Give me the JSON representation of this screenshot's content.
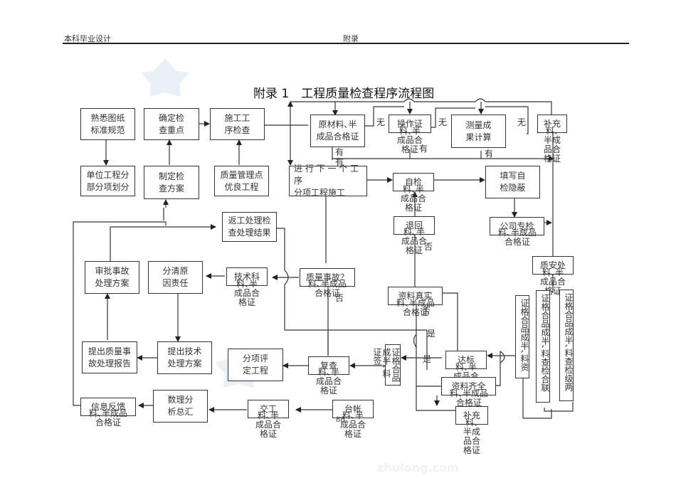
{
  "header": {
    "left": "本科毕业设计",
    "center": "附录"
  },
  "title": "附录 1　工程质量检查程序流程图",
  "watermark": {
    "text": "zhulong.com",
    "color": "#eef2f8"
  },
  "boxes": {
    "b1": "熟悉图纸\n标准规范",
    "b2": "确定检\n查重点",
    "b3": "施工工\n序检查",
    "b4": "单位工程分\n部分项划分",
    "b5": "制定检\n查方案",
    "b6": "质量管理点\n优良工程",
    "b7": "原材料､半\n成品合格证",
    "b8": "操作证",
    "b9": "测量成\n果计算",
    "b10": "补充",
    "b11": "进 行 下 一 个 工 序\n分项工程施工",
    "b12": "自检",
    "b13": "填写自\n检隐蔽",
    "b14": "退回",
    "b15": "公司专检",
    "b16": "返工处理检\n查处理结果",
    "b17": "审批事故\n处理方案",
    "b18": "分清原\n因责任",
    "b19": "技术科",
    "b20": "质量事故？",
    "b21": "资料真实",
    "b22": "质安处",
    "b23": "提出质量事\n故处理报告",
    "b24": "提出技术\n处理方案",
    "b25": "分项评\n定工程",
    "b26": "复查",
    "b27": "达标",
    "b28": "资料齐全",
    "b29": "补充",
    "b30": "信息反馈",
    "b31": "数理分\n析总汇",
    "b32": "交工",
    "b33": "台帐"
  },
  "overlays": {
    "o8": "料､半\n成品合\n格证",
    "o10": "料､\n半成\n品合\n格证",
    "o12": "料､半\n成品合\n格证",
    "o14": "料､半\n成品合\n格证",
    "o15": "料､半成品\n合格证",
    "o19": "料､半\n成品合\n格证",
    "o20": "料､半成品\n合格证",
    "o21": "料､半成品\n合格证",
    "o22": "料､半\n成品合\n格证",
    "o26": "料､半\n成品合\n格证",
    "o27": "料､半\n成品合\n格证",
    "o28": "料､半成品\n合格证",
    "o29": "料､\n半成\n品合\n格证",
    "o30": "料､半成品\n合格证",
    "o32": "料､半\n成品合\n格证",
    "o33": "料､半\n成品合\n格证"
  },
  "vertical_boxes": {
    "v1": "证格合品成半､料证签",
    "v2": "证格合品成半､料资",
    "v3": "证格合品成半､料查检合联",
    "v4": "证格合品成半､料查检级两"
  },
  "labels": {
    "wu1": "无",
    "wu2": "无",
    "wu3": "无",
    "you1": "有",
    "you2": "有",
    "you3": "有",
    "you4": "有",
    "fou1": "否",
    "fou2": "否",
    "fou3": "否",
    "shi1": "是",
    "shi2": "是",
    "page_num": "88"
  }
}
